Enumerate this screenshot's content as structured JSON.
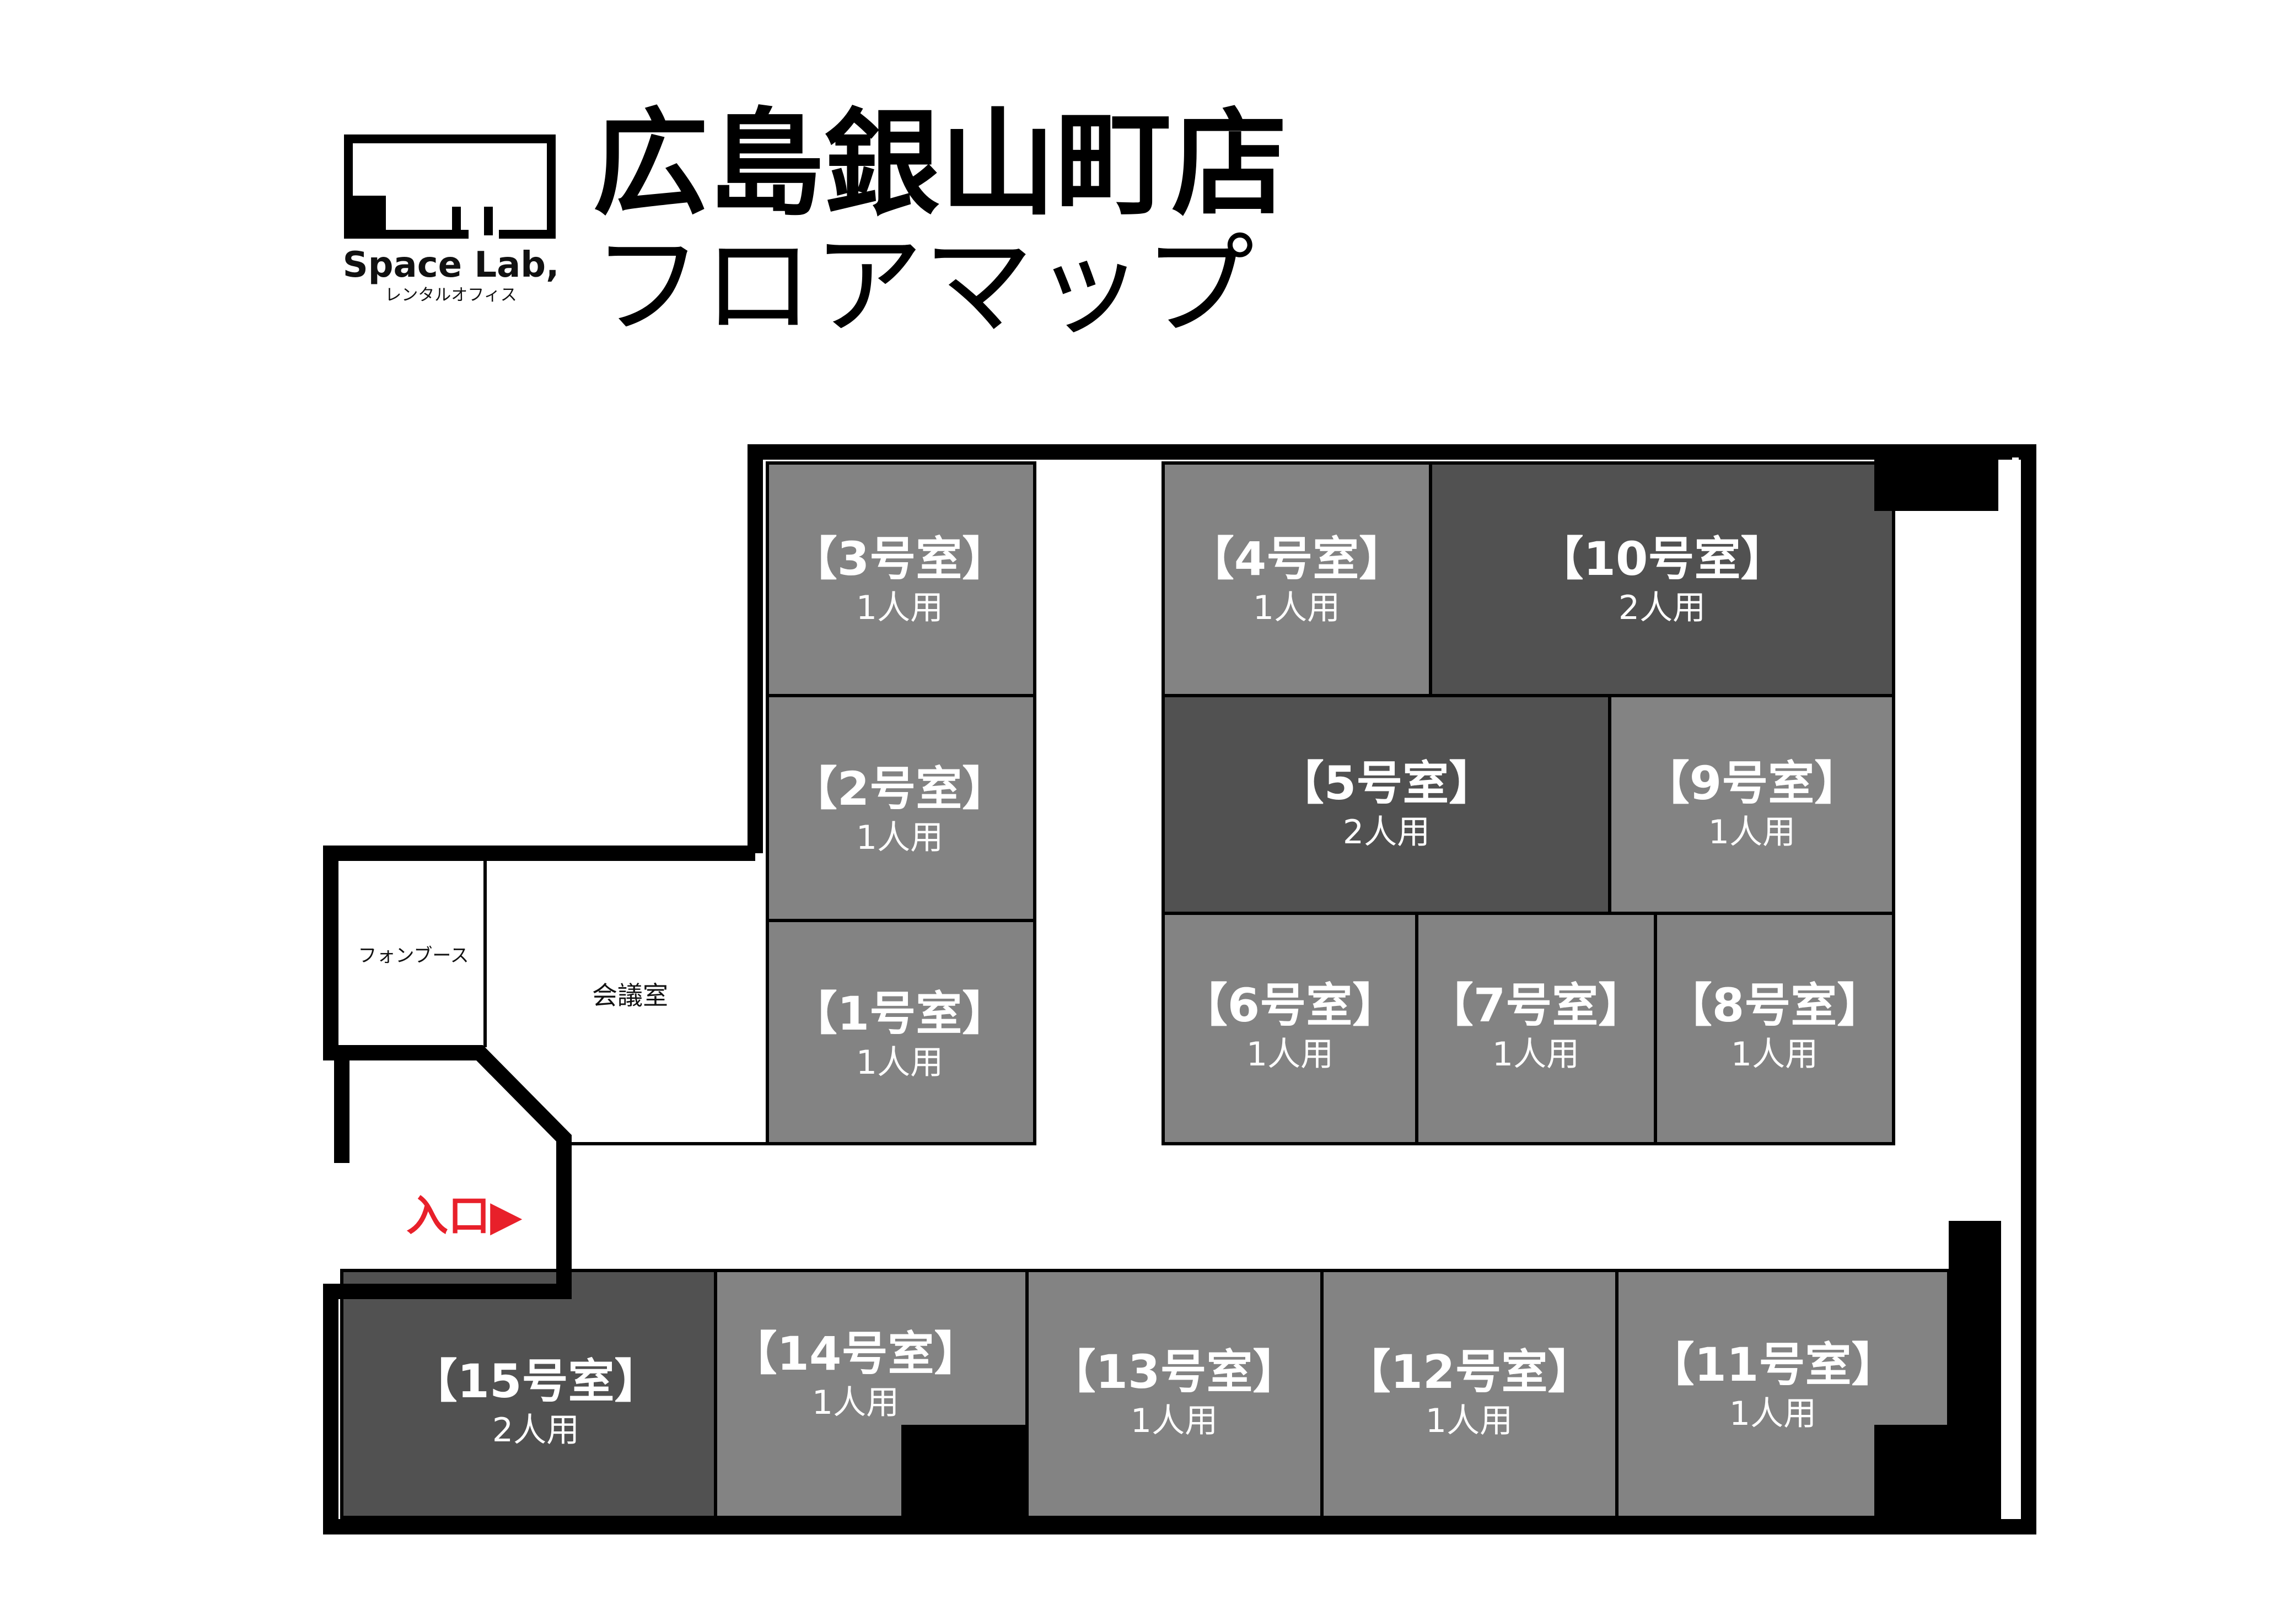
{
  "header": {
    "logo_text": "Space Lab,",
    "logo_subtext": "レンタルオフィス",
    "title": "広島銀山町店",
    "subtitle": "フロアマップ"
  },
  "colors": {
    "room_light": "#838383",
    "room_dark": "#515151",
    "wall": "#000000",
    "entrance": "#e8202a",
    "background": "#ffffff"
  },
  "entrance_label": "入口▶",
  "common_rooms": {
    "phone_booth": "フォンブース",
    "meeting_room": "会議室"
  },
  "rooms": [
    {
      "id": "r3",
      "name": "【3号室】",
      "capacity": "1人用",
      "tone": "light"
    },
    {
      "id": "r2",
      "name": "【2号室】",
      "capacity": "1人用",
      "tone": "light"
    },
    {
      "id": "r1",
      "name": "【1号室】",
      "capacity": "1人用",
      "tone": "light"
    },
    {
      "id": "r4",
      "name": "【4号室】",
      "capacity": "1人用",
      "tone": "light"
    },
    {
      "id": "r10",
      "name": "【10号室】",
      "capacity": "2人用",
      "tone": "dark"
    },
    {
      "id": "r5",
      "name": "【5号室】",
      "capacity": "2人用",
      "tone": "dark"
    },
    {
      "id": "r9",
      "name": "【9号室】",
      "capacity": "1人用",
      "tone": "light"
    },
    {
      "id": "r6",
      "name": "【6号室】",
      "capacity": "1人用",
      "tone": "light"
    },
    {
      "id": "r7",
      "name": "【7号室】",
      "capacity": "1人用",
      "tone": "light"
    },
    {
      "id": "r8",
      "name": "【8号室】",
      "capacity": "1人用",
      "tone": "light"
    },
    {
      "id": "r15",
      "name": "【15号室】",
      "capacity": "2人用",
      "tone": "dark"
    },
    {
      "id": "r14",
      "name": "【14号室】",
      "capacity": "1人用",
      "tone": "light"
    },
    {
      "id": "r13",
      "name": "【13号室】",
      "capacity": "1人用",
      "tone": "light"
    },
    {
      "id": "r12",
      "name": "【12号室】",
      "capacity": "1人用",
      "tone": "light"
    },
    {
      "id": "r11",
      "name": "【11号室】",
      "capacity": "1人用",
      "tone": "light"
    }
  ]
}
